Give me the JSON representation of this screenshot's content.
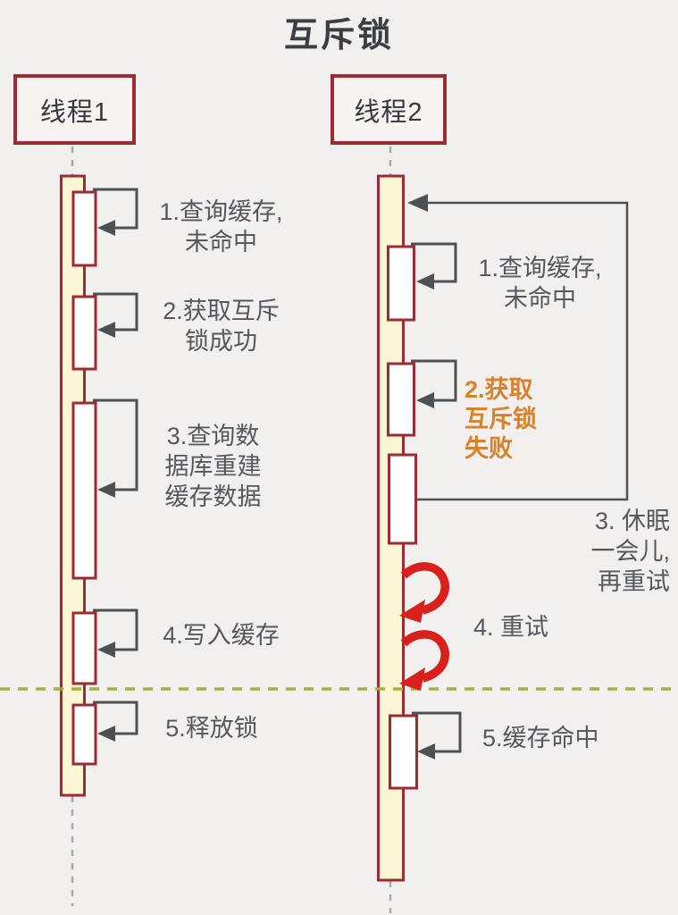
{
  "title": "互斥锁",
  "threads": [
    {
      "name": "线程1",
      "steps": [
        {
          "label": "1.查询缓存,\n未命中"
        },
        {
          "label": "2.获取互斥\n锁成功"
        },
        {
          "label": "3.查询数\n据库重建\n缓存数据"
        },
        {
          "label": "4.写入缓存"
        },
        {
          "label": "5.释放锁"
        }
      ]
    },
    {
      "name": "线程2",
      "steps": [
        {
          "label": "1.查询缓存,\n未命中"
        },
        {
          "label": "2.获取\n互斥锁\n失败",
          "emphasis": "orange"
        },
        {
          "label": "3. 休眠\n一会儿,\n再重试"
        },
        {
          "label": "4. 重试"
        },
        {
          "label": "5.缓存命中"
        }
      ]
    }
  ],
  "colors": {
    "background": "#f1f0ee",
    "title_gray": "#3b3e43",
    "border_red": "#9c2b33",
    "box_fill": "#f7f3f1",
    "activation_fill": "#fcf5d6",
    "nested_fill": "#fefefe",
    "loop_gray": "#4d5154",
    "label_gray": "#55585d",
    "emphasis_orange": "#d9822d",
    "retry_red": "#d9201a",
    "timeline_green": "#a6b13c",
    "lifeline_gray": "#a8a9ab"
  }
}
